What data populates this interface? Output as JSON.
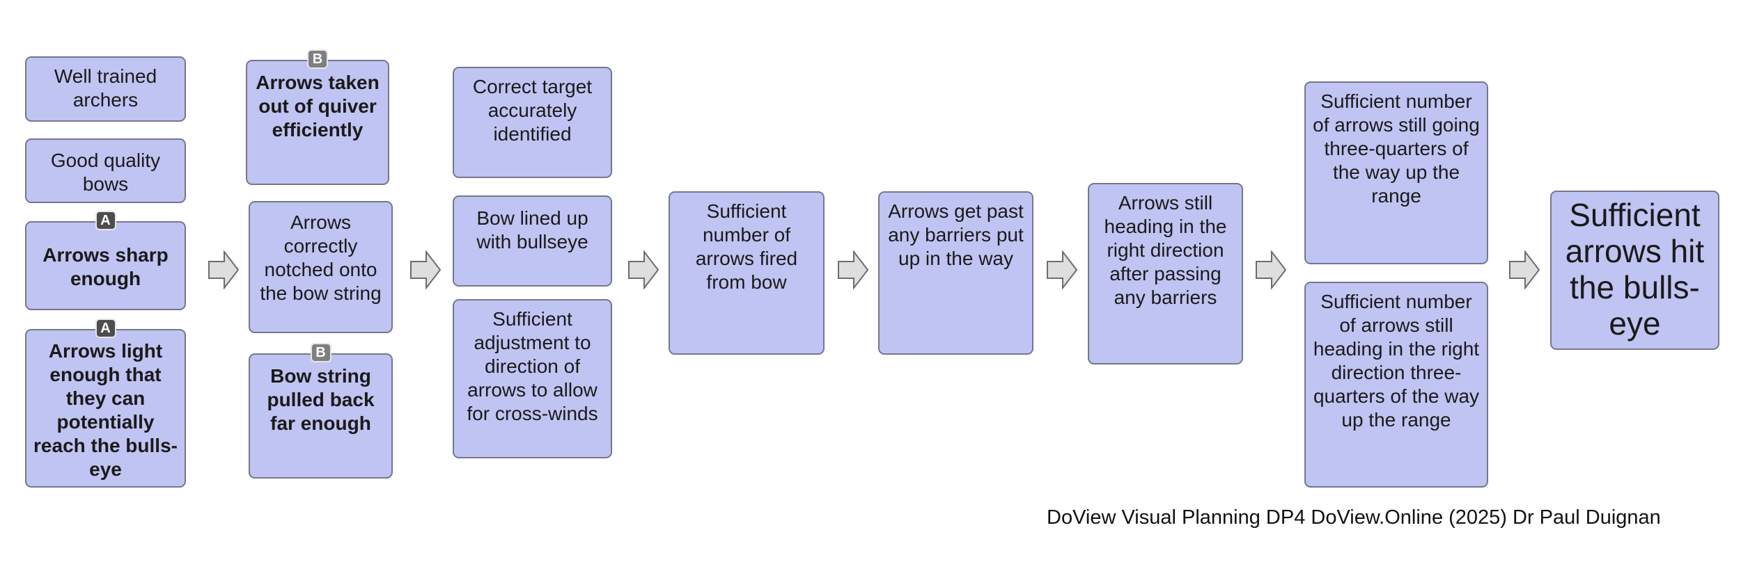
{
  "columns": [
    {
      "boxes": [
        {
          "id": "well-trained-archers",
          "text": "Well trained archers",
          "bold": false,
          "badge": ""
        },
        {
          "id": "good-quality-bows",
          "text": "Good quality bows",
          "bold": false,
          "badge": ""
        },
        {
          "id": "arrows-sharp-enough",
          "text": "Arrows sharp enough",
          "bold": true,
          "badge": "A"
        },
        {
          "id": "arrows-light-enough",
          "text": "Arrows light enough that they can potentially reach the bulls-eye",
          "bold": true,
          "badge": "A"
        }
      ]
    },
    {
      "boxes": [
        {
          "id": "arrows-taken-out-of-quiver",
          "text": "Arrows taken out of quiver efficiently",
          "bold": true,
          "badge": "B"
        },
        {
          "id": "arrows-correctly-notched",
          "text": "Arrows correctly notched onto the bow string",
          "bold": false,
          "badge": ""
        },
        {
          "id": "bow-string-pulled-back",
          "text": "Bow string pulled back far enough",
          "bold": true,
          "badge": "B"
        }
      ]
    },
    {
      "boxes": [
        {
          "id": "correct-target-identified",
          "text": "Correct target accurately identified",
          "bold": false,
          "badge": ""
        },
        {
          "id": "bow-lined-up-with-bullseye",
          "text": "Bow lined up with bullseye",
          "bold": false,
          "badge": ""
        },
        {
          "id": "sufficient-adjustment-cross-winds",
          "text": "Sufficient adjustment to direction of arrows to allow for cross-winds",
          "bold": false,
          "badge": ""
        }
      ]
    },
    {
      "boxes": [
        {
          "id": "sufficient-arrows-fired",
          "text": "Sufficient number of arrows fired from bow",
          "bold": false,
          "badge": ""
        }
      ]
    },
    {
      "boxes": [
        {
          "id": "arrows-past-barriers",
          "text": "Arrows get past any barriers put up in the way",
          "bold": false,
          "badge": ""
        }
      ]
    },
    {
      "boxes": [
        {
          "id": "arrows-heading-right-direction",
          "text": "Arrows still heading in the right direction after passing any barriers",
          "bold": false,
          "badge": ""
        }
      ]
    },
    {
      "boxes": [
        {
          "id": "arrows-three-quarters-range",
          "text": "Sufficient number of arrows still going three-quarters of the way up the range",
          "bold": false,
          "badge": ""
        },
        {
          "id": "arrows-right-direction-three-quarters",
          "text": "Sufficient number of arrows still heading in the right direction three-quarters of the way up the range",
          "bold": false,
          "badge": ""
        }
      ]
    },
    {
      "boxes": [
        {
          "id": "sufficient-arrows-hit-bullseye",
          "text": "Sufficient arrows hit the bulls-eye",
          "bold": false,
          "badge": ""
        }
      ]
    }
  ],
  "footer": "DoView Visual Planning DP4 DoView.Online (2025) Dr Paul Duignan",
  "colors": {
    "box_fill": "#c0c4f2",
    "box_border": "#74778c",
    "badge_a": "#4d4d4d",
    "badge_b": "#7f7f7f",
    "arrow_fill": "#dedede"
  }
}
